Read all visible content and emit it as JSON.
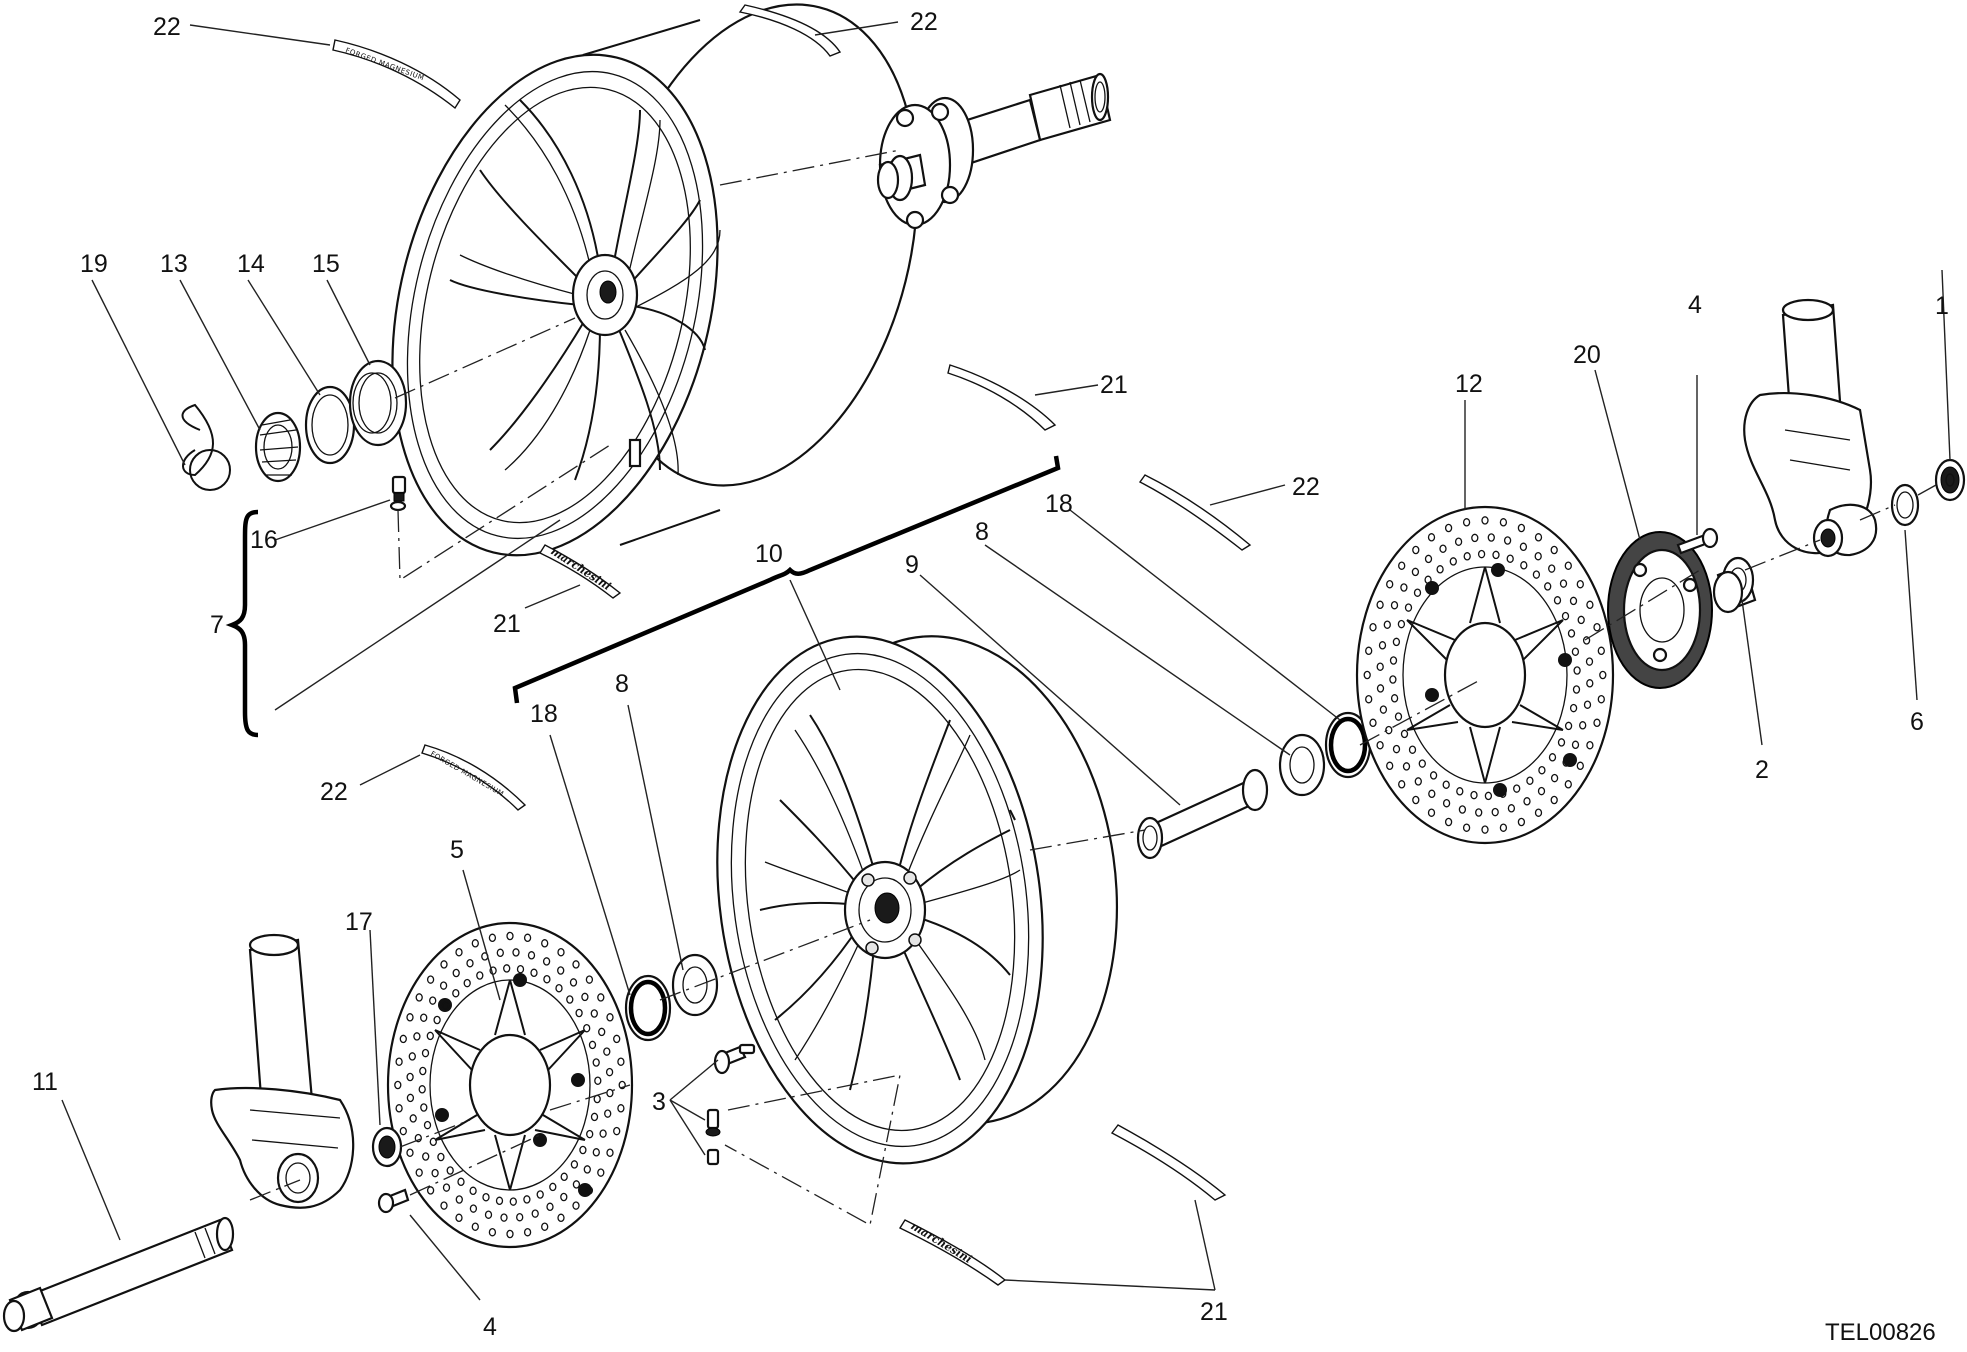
{
  "diagram": {
    "drawing_code": "TEL00826",
    "callouts": {
      "c1": "1",
      "c2": "2",
      "c3": "3",
      "c4a": "4",
      "c4b": "4",
      "c5": "5",
      "c6": "6",
      "c7": "7",
      "c8a": "8",
      "c8b": "8",
      "c9": "9",
      "c10": "10",
      "c11": "11",
      "c12": "12",
      "c13": "13",
      "c14": "14",
      "c15": "15",
      "c16": "16",
      "c17": "17",
      "c18a": "18",
      "c18b": "18",
      "c19": "19",
      "c20": "20",
      "c21a": "21",
      "c21b": "21",
      "c21c": "21",
      "c22a": "22",
      "c22b": "22",
      "c22c": "22",
      "c22d": "22"
    },
    "decals": {
      "forged_a": "FORGED MAGNESIUM",
      "forged_b": "FORGED MAGNESIUM",
      "marchesini_a": "marchesini",
      "marchesini_b": "marchesini"
    }
  }
}
